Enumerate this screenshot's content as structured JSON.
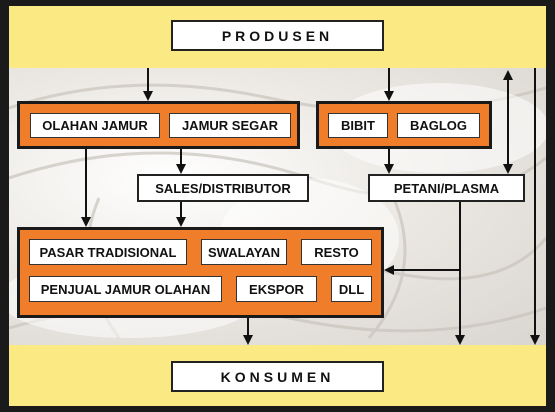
{
  "labels": {
    "produsen": "PRODUSEN",
    "konsumen": "KONSUMEN",
    "olahan_jamur": "OLAHAN JAMUR",
    "jamur_segar": "JAMUR SEGAR",
    "bibit": "BIBIT",
    "baglog": "BAGLOG",
    "sales_distributor": "SALES/DISTRIBUTOR",
    "petani_plasma": "PETANI/PLASMA",
    "pasar_tradisional": "PASAR TRADISIONAL",
    "swalayan": "SWALAYAN",
    "resto": "RESTO",
    "penjual_jamur_olahan": "PENJUAL JAMUR OLAHAN",
    "ekspor": "EKSPOR",
    "dll": "DLL"
  },
  "colors": {
    "band": "#fbe983",
    "group_fill": "#f07d2a",
    "frame": "#1a1a1a",
    "box_fill": "#ffffff"
  }
}
